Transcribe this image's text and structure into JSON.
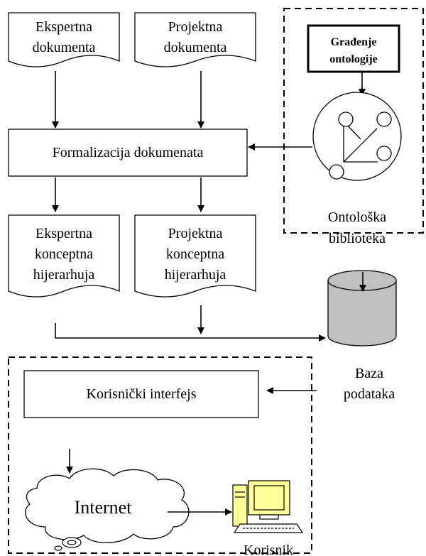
{
  "docs": {
    "expert": [
      "Ekspertna",
      "dokumenta"
    ],
    "project": [
      "Projektna",
      "dokumenta"
    ]
  },
  "formalization": "Formalizacija dokumenata",
  "ontology": {
    "building": [
      "Građenje",
      "ontologije"
    ],
    "library": [
      "Ontološka",
      "biblioteka"
    ]
  },
  "hierarchies": {
    "expert": [
      "Ekspertna",
      "konceptna",
      "hijerarhuja"
    ],
    "project": [
      "Projektna",
      "konceptna",
      "hijerarhuja"
    ]
  },
  "database": [
    "Baza",
    "podataka"
  ],
  "interface": "Korisnički interfejs",
  "internet": "Internet",
  "user": "Korisnik",
  "colors": {
    "database_fill": "#c0c0c0",
    "monitor_fill": "#ffff99",
    "tower_fill": "#ffff99"
  }
}
